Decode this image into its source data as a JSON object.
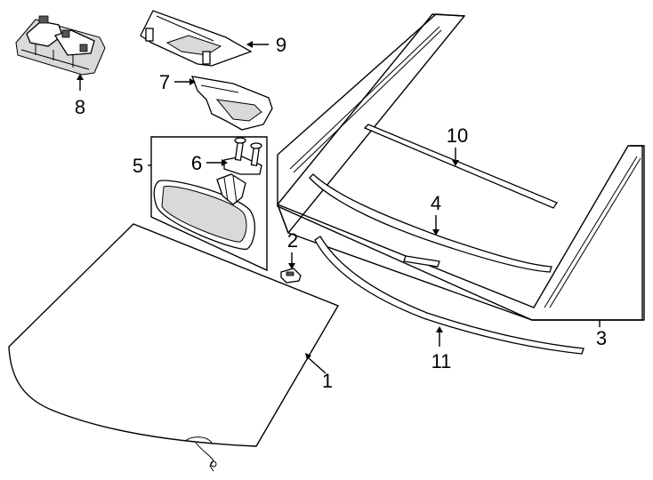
{
  "diagram": {
    "callouts": [
      {
        "id": "windshield",
        "label": "1"
      },
      {
        "id": "bracket-clip",
        "label": "2"
      },
      {
        "id": "glass-panel",
        "label": "3"
      },
      {
        "id": "moulding",
        "label": "4"
      },
      {
        "id": "mirror-assembly",
        "label": "5"
      },
      {
        "id": "mirror-mount",
        "label": "6"
      },
      {
        "id": "cover",
        "label": "7"
      },
      {
        "id": "camera-module",
        "label": "8"
      },
      {
        "id": "bracket-cover",
        "label": "9"
      },
      {
        "id": "upper-strip",
        "label": "10"
      },
      {
        "id": "lower-seal",
        "label": "11"
      }
    ]
  }
}
